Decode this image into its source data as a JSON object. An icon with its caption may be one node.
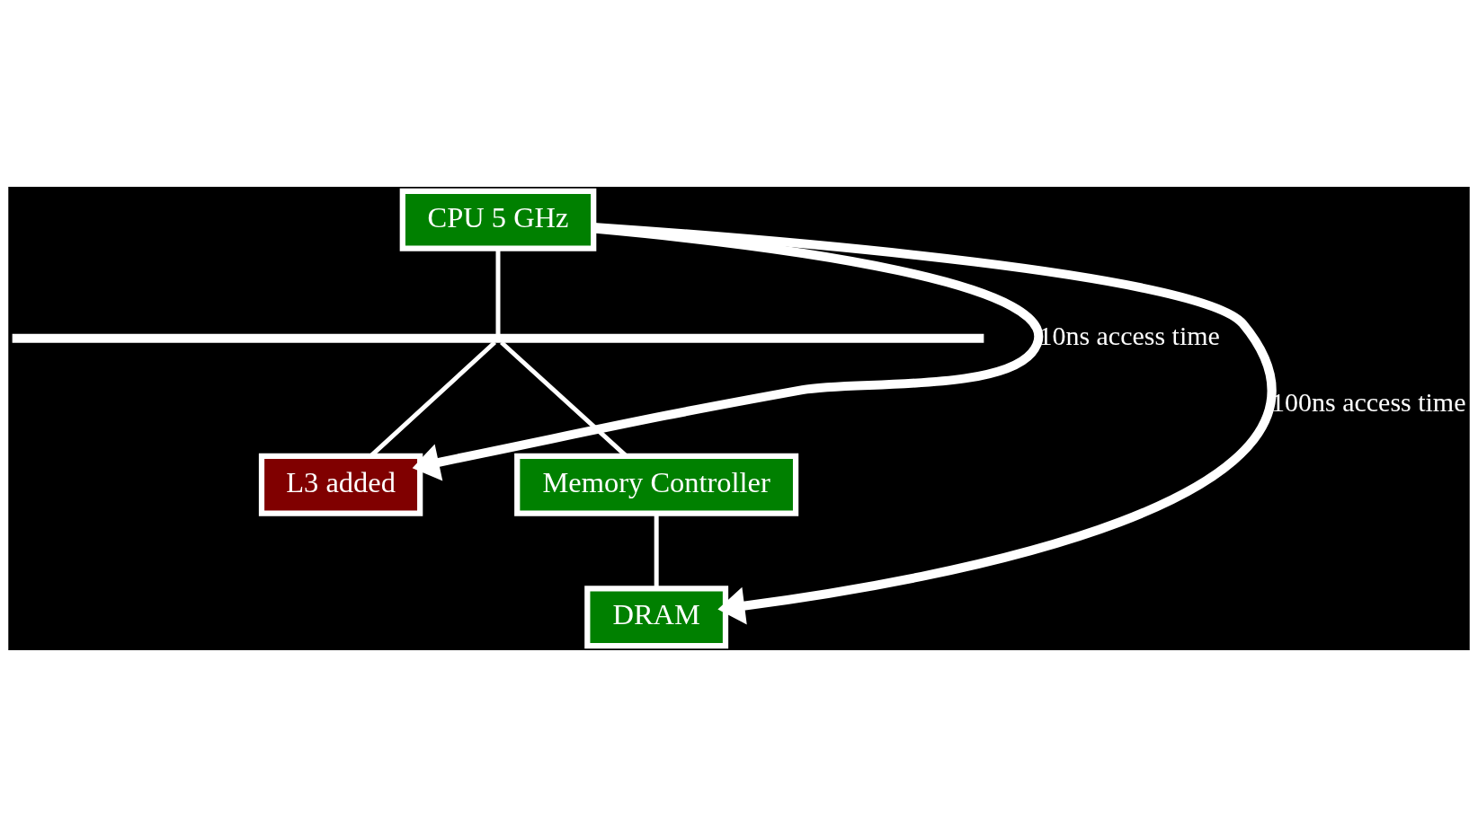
{
  "diagram": {
    "nodes": [
      {
        "text": [
          "CPU 5 GHz"
        ]
      },
      {
        "text": [],
        "shape": "bar"
      },
      {
        "text": [
          "L3 added"
        ]
      },
      {
        "text": [
          "Memory Controller"
        ]
      },
      {
        "text": [
          "DRAM"
        ]
      }
    ],
    "edges": [
      {
        "from": 0,
        "to": 1,
        "arrow": "none"
      },
      {
        "from": 1,
        "to": 2,
        "arrow": "none"
      },
      {
        "from": 1,
        "to": 3,
        "arrow": "none"
      },
      {
        "from": 3,
        "to": 4,
        "arrow": "none"
      },
      {
        "from": 0,
        "to": 2,
        "arrow": "to",
        "style": "thick",
        "label": "10ns access time"
      },
      {
        "from": 0,
        "to": 4,
        "arrow": "to",
        "style": "thick",
        "label": "100ns access time"
      }
    ]
  }
}
